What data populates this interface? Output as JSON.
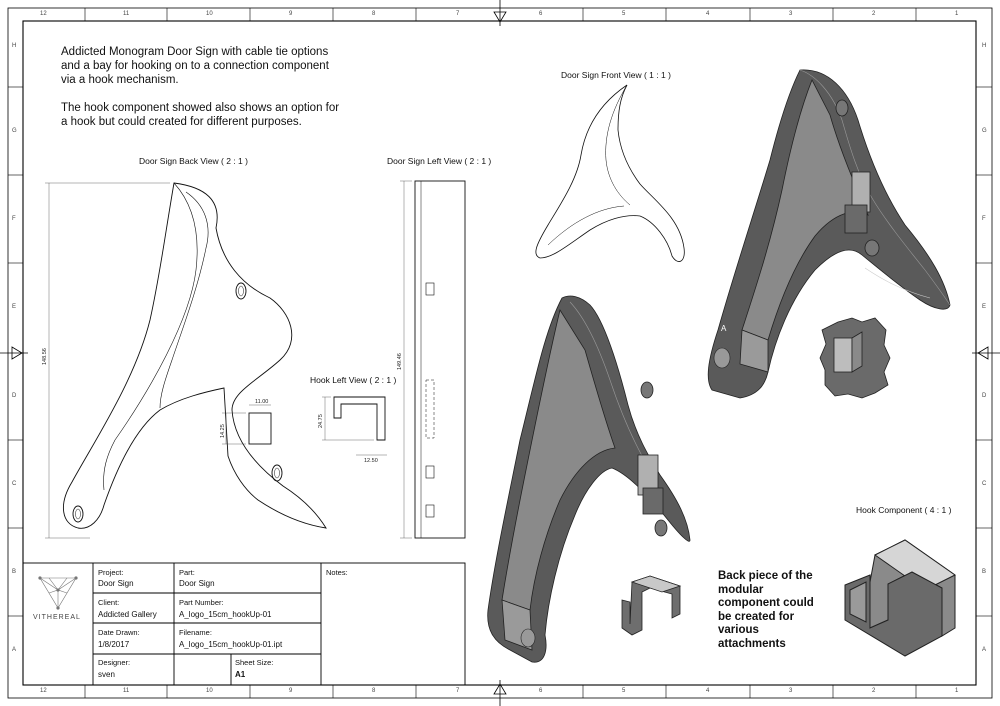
{
  "description": {
    "line1": "Addicted Monogram Door Sign with cable tie options",
    "line2": "and a bay for hooking on to a connection component",
    "line3": "via a hook mechanism.",
    "line4": "The hook component showed also shows an option for",
    "line5": "a hook but could created for different purposes."
  },
  "views": {
    "back": "Door Sign Back View ( 2 : 1 )",
    "left": "Door Sign Left View ( 2 : 1 )",
    "front": "Door Sign Front View ( 1 : 1 )",
    "hook_left": "Hook Left View ( 2 : 1 )",
    "hook_component": "Hook Component ( 4 : 1 )"
  },
  "dimensions": {
    "height_back": "148.56",
    "height_left": "149.46",
    "bay_width": "11.00",
    "bay_height": "14.25",
    "hook_height": "24.75",
    "hook_width": "12.50"
  },
  "note_text": "Back piece of the modular component could be created for various attachments",
  "iso_label": "A",
  "title_block": {
    "brand": "VITHEREAL",
    "project_label": "Project:",
    "project_value": "Door Sign",
    "part_label": "Part:",
    "part_value": "Door Sign",
    "client_label": "Client:",
    "client_value": "Addicted Gallery",
    "partnum_label": "Part Number:",
    "partnum_value": "A_logo_15cm_hookUp-01",
    "date_label": "Date Drawn:",
    "date_value": "1/8/2017",
    "filename_label": "Filename:",
    "filename_value": "A_logo_15cm_hookUp-01.ipt",
    "designer_label": "Designer:",
    "designer_value": "sven",
    "sheet_label": "Sheet Size:",
    "sheet_value": "A1",
    "notes_label": "Notes:"
  },
  "border": {
    "cols": [
      "12",
      "11",
      "10",
      "9",
      "8",
      "7",
      "6",
      "5",
      "4",
      "3",
      "2",
      "1"
    ],
    "rows": [
      "H",
      "G",
      "F",
      "E",
      "D",
      "C",
      "B",
      "A"
    ]
  }
}
